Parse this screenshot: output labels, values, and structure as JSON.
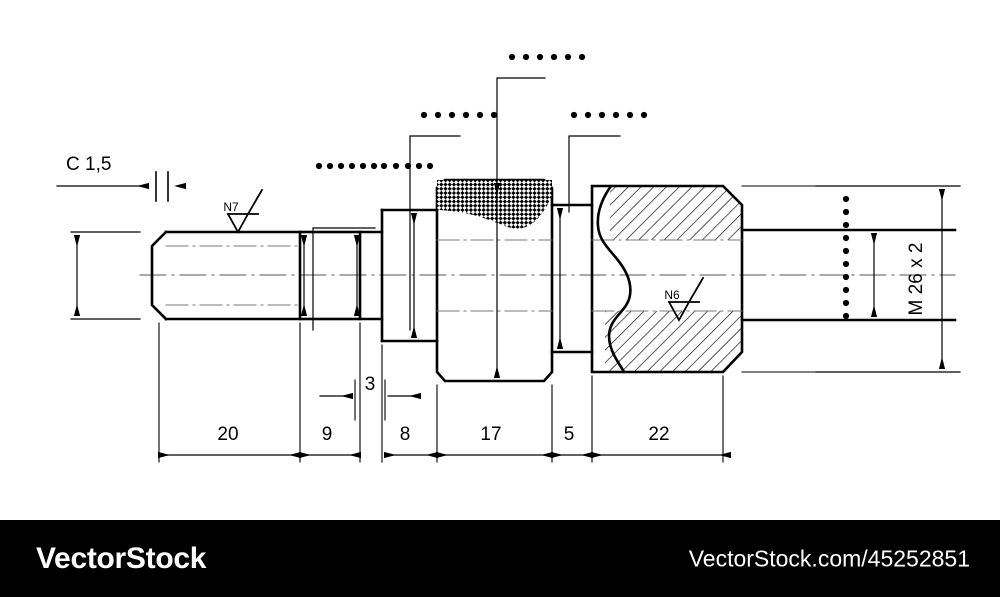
{
  "drawing": {
    "type": "mechanical-engineering-part-drawing",
    "subject": "stepped turned shaft with knurled collar and threaded end",
    "labels": {
      "chamfer": "C 1,5",
      "thread": "M 26 x 2",
      "surface_finish_left": "N7",
      "surface_finish_right": "N6"
    },
    "linear_dimensions": [
      {
        "name": "dim-20",
        "value": "20"
      },
      {
        "name": "dim-9",
        "value": "9"
      },
      {
        "name": "dim-3",
        "value": "3"
      },
      {
        "name": "dim-8",
        "value": "8"
      },
      {
        "name": "dim-17",
        "value": "17"
      },
      {
        "name": "dim-5",
        "value": "5"
      },
      {
        "name": "dim-22",
        "value": "22"
      }
    ],
    "hidden_annotations": [
      {
        "name": "leader-dots-knurl",
        "dots": 11
      },
      {
        "name": "leader-dots-step",
        "dots": 6
      },
      {
        "name": "leader-dots-top",
        "dots": 6
      },
      {
        "name": "leader-dots-right",
        "dots": 6
      },
      {
        "name": "diameter-dots-right",
        "dots": 10
      }
    ],
    "colors": {
      "line": "#000000",
      "background": "#ffffff",
      "footer_background": "#000000",
      "footer_text": "#ffffff"
    }
  },
  "footer": {
    "brand": "VectorStock",
    "url": "VectorStock.com/45252851"
  }
}
